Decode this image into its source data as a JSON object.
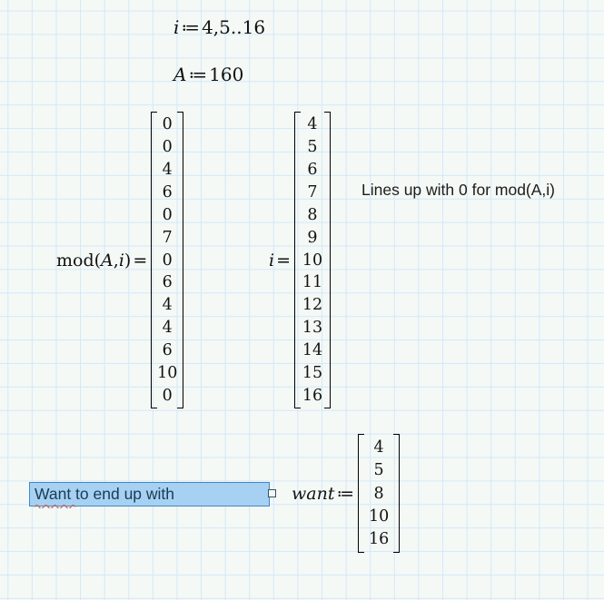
{
  "colors": {
    "background": "#f4f9f6",
    "grid_line": "#d5e7f8",
    "math_text": "#111111",
    "selection_fill": "#a6d1f2",
    "selection_border": "#4288c5",
    "selection_text": "#1b3a54",
    "spellcheck_squiggle": "#c96a6a"
  },
  "math": {
    "range_def": {
      "lhs": "i",
      "op": "≔",
      "rhs": "4,5..16"
    },
    "a_def": {
      "lhs": "A",
      "op": "≔",
      "rhs": "160"
    },
    "mod_eval": {
      "fn": "mod",
      "open": "(",
      "arg1": "A",
      "comma": ",",
      "arg2": "i",
      "close": ")",
      "op": "=",
      "values": [
        "0",
        "0",
        "4",
        "6",
        "0",
        "7",
        "0",
        "6",
        "4",
        "4",
        "6",
        "10",
        "0"
      ]
    },
    "i_eval": {
      "lhs": "i",
      "op": "=",
      "values": [
        "4",
        "5",
        "6",
        "7",
        "8",
        "9",
        "10",
        "11",
        "12",
        "13",
        "14",
        "15",
        "16"
      ]
    },
    "want_def": {
      "lhs": "want",
      "op": "≔",
      "values": [
        "4",
        "5",
        "8",
        "10",
        "16"
      ]
    }
  },
  "notes": {
    "lines_up": "Lines up with 0 for mod(A,i)",
    "selected_text": "Want to end up with"
  }
}
